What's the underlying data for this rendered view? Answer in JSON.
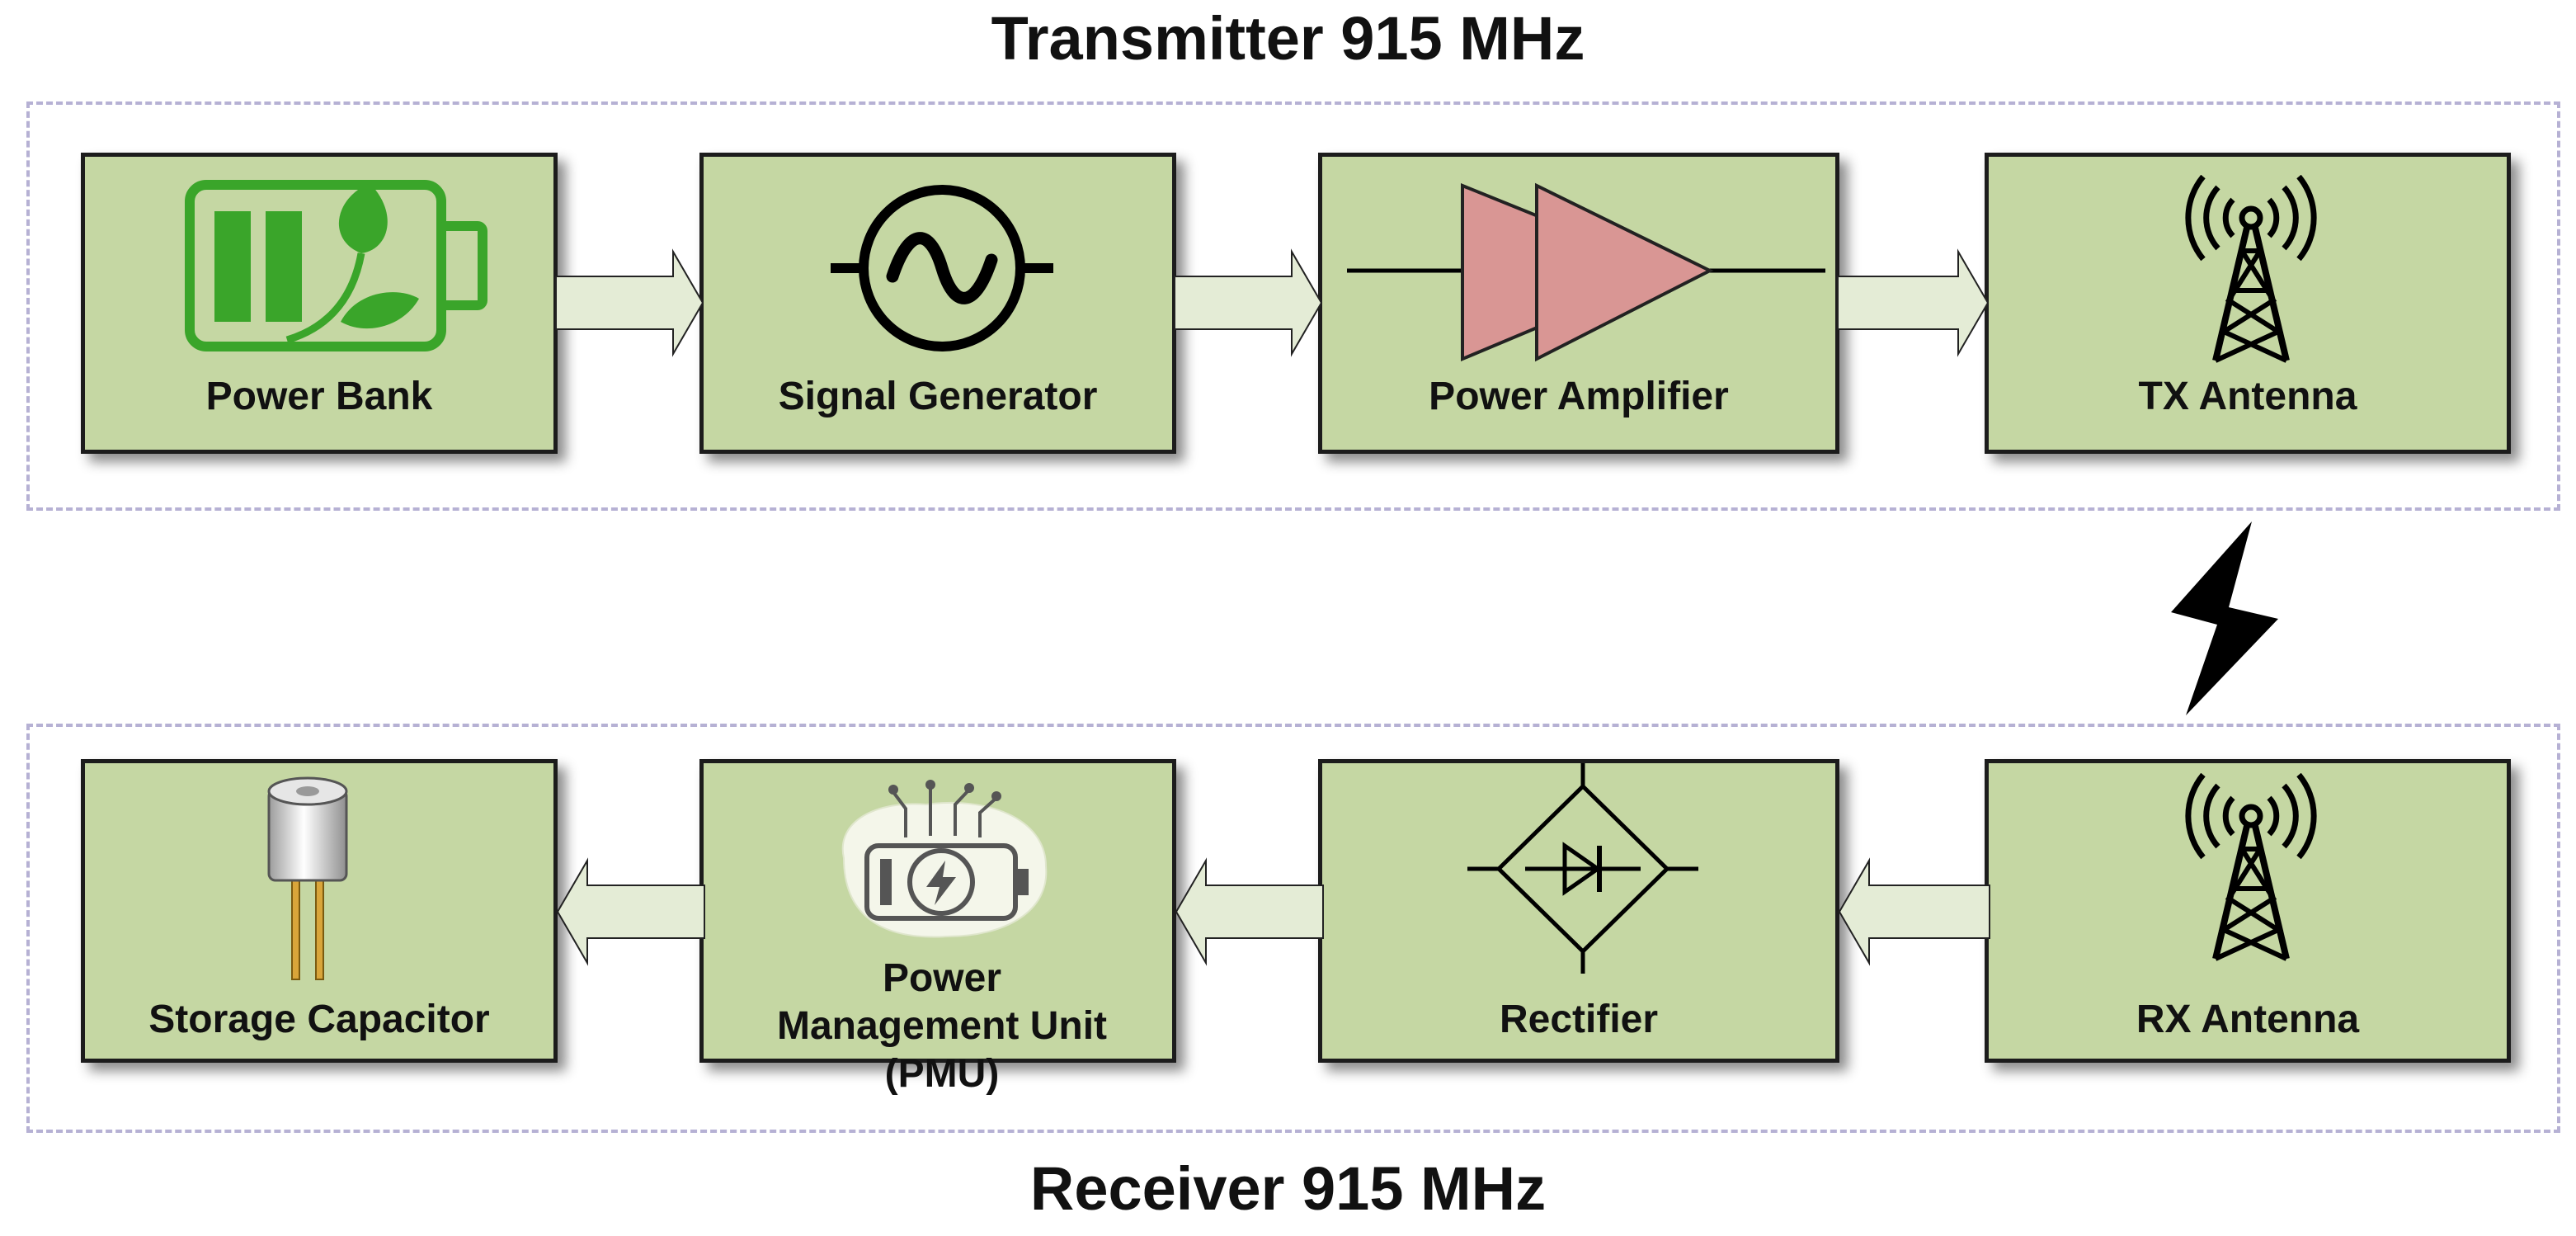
{
  "transmitter": {
    "title": "Transmitter 915 MHz",
    "blocks": [
      {
        "label": "Power Bank",
        "icon": "battery-leaf-icon"
      },
      {
        "label": "Signal Generator",
        "icon": "sine-wave-icon"
      },
      {
        "label": "Power Amplifier",
        "icon": "amplifier-icon"
      },
      {
        "label": "TX Antenna",
        "icon": "antenna-tower-icon"
      }
    ]
  },
  "receiver": {
    "title": "Receiver 915 MHz",
    "blocks": [
      {
        "label": "Storage Capacitor",
        "icon": "capacitor-icon"
      },
      {
        "label": "Power Management Unit (PMU)",
        "icon": "pmu-battery-icon"
      },
      {
        "label": "Rectifier",
        "icon": "bridge-rectifier-icon"
      },
      {
        "label": "RX Antenna",
        "icon": "antenna-tower-icon"
      }
    ]
  },
  "link_icon": "lightning-bolt-icon",
  "colors": {
    "block_fill": "#c5d7a3",
    "block_border": "#1c1c1c",
    "arrow_fill": "#e4ecd6",
    "group_border": "#b6b1d4",
    "battery_green": "#3aa52a",
    "amplifier_fill": "#d99694"
  }
}
